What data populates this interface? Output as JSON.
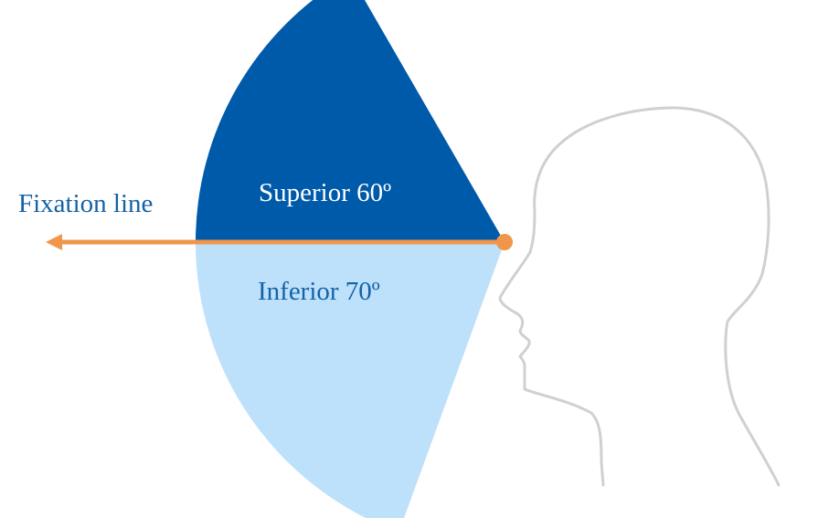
{
  "diagram": {
    "fixation_label": "Fixation line",
    "superior": {
      "label": "Superior 60º",
      "angle_deg": 60
    },
    "inferior": {
      "label": "Inferior 70º",
      "angle_deg": 70
    }
  },
  "colors": {
    "superior_fill": "#005aaa",
    "inferior_fill": "#bde0fb",
    "fixation_line": "#f0964b",
    "fixation_text": "#1463a6",
    "superior_text": "#ffffff",
    "inferior_text": "#1463a6",
    "head_outline": "#d0d0d0"
  }
}
